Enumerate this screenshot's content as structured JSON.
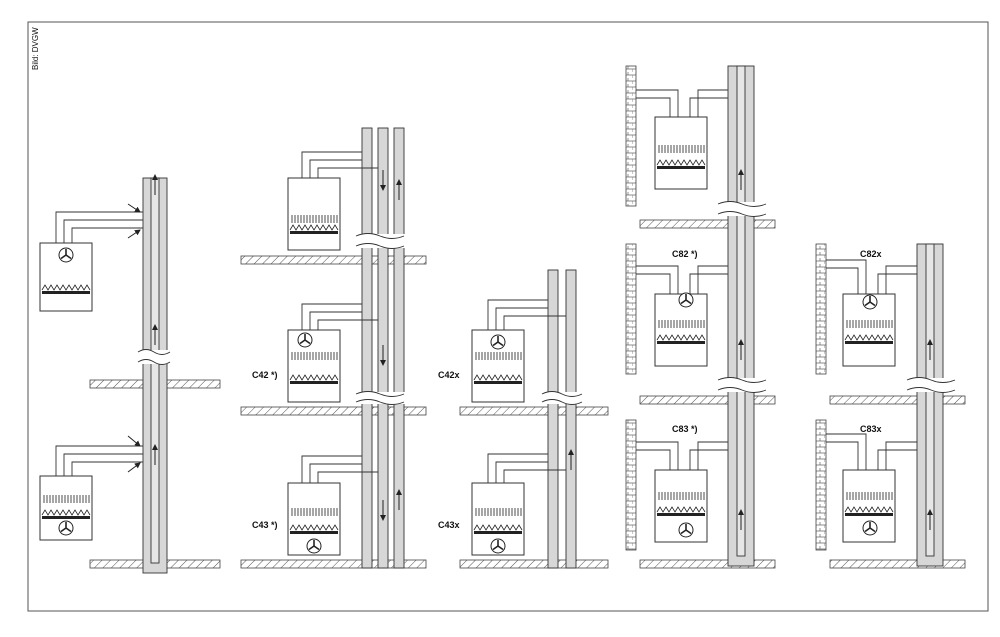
{
  "credit": "Bild: DVGW",
  "labels": {
    "c42": "C42 *)",
    "c43": "C43 *)",
    "c42x": "C42x",
    "c43x": "C43x",
    "c82": "C82 *)",
    "c83": "C83 *)",
    "c82x": "C82x",
    "c83x": "C83x"
  },
  "colors": {
    "shaft_fill": "#d7d7d7",
    "line": "#333333",
    "background": "#ffffff"
  }
}
